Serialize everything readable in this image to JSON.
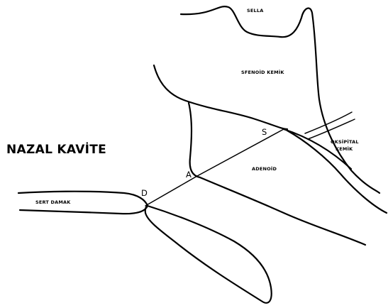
{
  "labels": {
    "sella": "SELLA",
    "sphenoid_bone": "SFENOİD KEMİK",
    "nasal_cavity": "NAZAL KAVİTE",
    "hard_palate": "SERT DAMAK",
    "adenoid": "ADENOİD",
    "occipital_bone_line1": "OKSİPİTAL",
    "occipital_bone_line2": "KEMİK"
  },
  "points": {
    "S": "S",
    "A": "A",
    "D": "D"
  }
}
